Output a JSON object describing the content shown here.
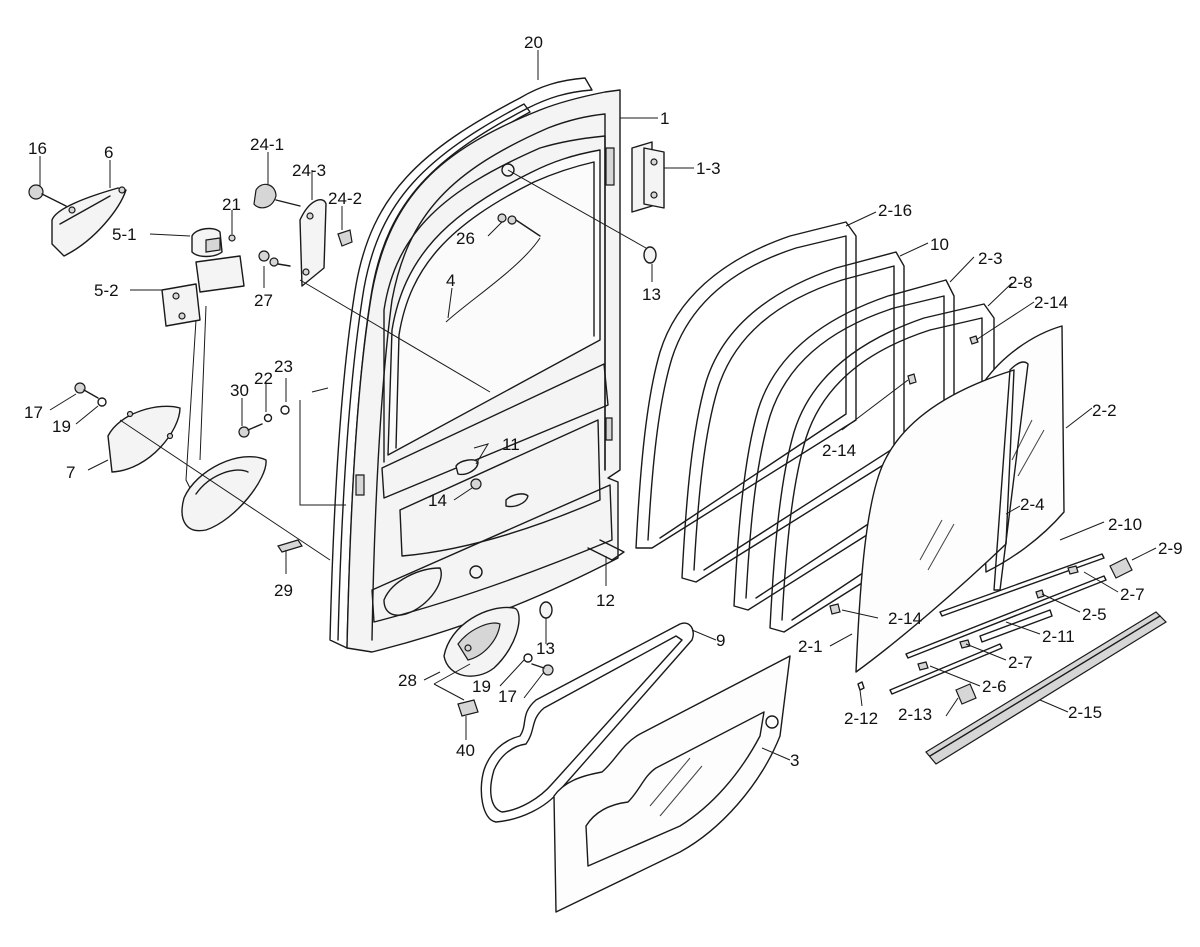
{
  "diagram": {
    "callouts": [
      {
        "id": "c20",
        "label": "20"
      },
      {
        "id": "c1",
        "label": "1"
      },
      {
        "id": "c1-3",
        "label": "1-3"
      },
      {
        "id": "c16",
        "label": "16"
      },
      {
        "id": "c6",
        "label": "6"
      },
      {
        "id": "c24-1",
        "label": "24-1"
      },
      {
        "id": "c24-3",
        "label": "24-3"
      },
      {
        "id": "c24-2",
        "label": "24-2"
      },
      {
        "id": "c21",
        "label": "21"
      },
      {
        "id": "c5-1",
        "label": "5-1"
      },
      {
        "id": "c26",
        "label": "26"
      },
      {
        "id": "c5-2",
        "label": "5-2"
      },
      {
        "id": "c27",
        "label": "27"
      },
      {
        "id": "c4",
        "label": "4"
      },
      {
        "id": "c13a",
        "label": "13"
      },
      {
        "id": "c2-16",
        "label": "2-16"
      },
      {
        "id": "c10",
        "label": "10"
      },
      {
        "id": "c2-3",
        "label": "2-3"
      },
      {
        "id": "c2-8",
        "label": "2-8"
      },
      {
        "id": "c2-14a",
        "label": "2-14"
      },
      {
        "id": "c23",
        "label": "23"
      },
      {
        "id": "c22",
        "label": "22"
      },
      {
        "id": "c30",
        "label": "30"
      },
      {
        "id": "c17a",
        "label": "17"
      },
      {
        "id": "c19a",
        "label": "19"
      },
      {
        "id": "c2-2",
        "label": "2-2"
      },
      {
        "id": "c7",
        "label": "7"
      },
      {
        "id": "c11",
        "label": "11"
      },
      {
        "id": "c2-14b",
        "label": "2-14"
      },
      {
        "id": "c14",
        "label": "14"
      },
      {
        "id": "c2-4",
        "label": "2-4"
      },
      {
        "id": "c2-10",
        "label": "2-10"
      },
      {
        "id": "c2-9",
        "label": "2-9"
      },
      {
        "id": "c29",
        "label": "29"
      },
      {
        "id": "c12",
        "label": "12"
      },
      {
        "id": "c2-7a",
        "label": "2-7"
      },
      {
        "id": "c2-5",
        "label": "2-5"
      },
      {
        "id": "c2-14c",
        "label": "2-14"
      },
      {
        "id": "c13b",
        "label": "13"
      },
      {
        "id": "c9",
        "label": "9"
      },
      {
        "id": "c2-11",
        "label": "2-11"
      },
      {
        "id": "c2-1",
        "label": "2-1"
      },
      {
        "id": "c2-7b",
        "label": "2-7"
      },
      {
        "id": "c28",
        "label": "28"
      },
      {
        "id": "c19b",
        "label": "19"
      },
      {
        "id": "c2-6",
        "label": "2-6"
      },
      {
        "id": "c17b",
        "label": "17"
      },
      {
        "id": "c2-12",
        "label": "2-12"
      },
      {
        "id": "c2-13",
        "label": "2-13"
      },
      {
        "id": "c2-15",
        "label": "2-15"
      },
      {
        "id": "c40",
        "label": "40"
      },
      {
        "id": "c3",
        "label": "3"
      }
    ]
  }
}
